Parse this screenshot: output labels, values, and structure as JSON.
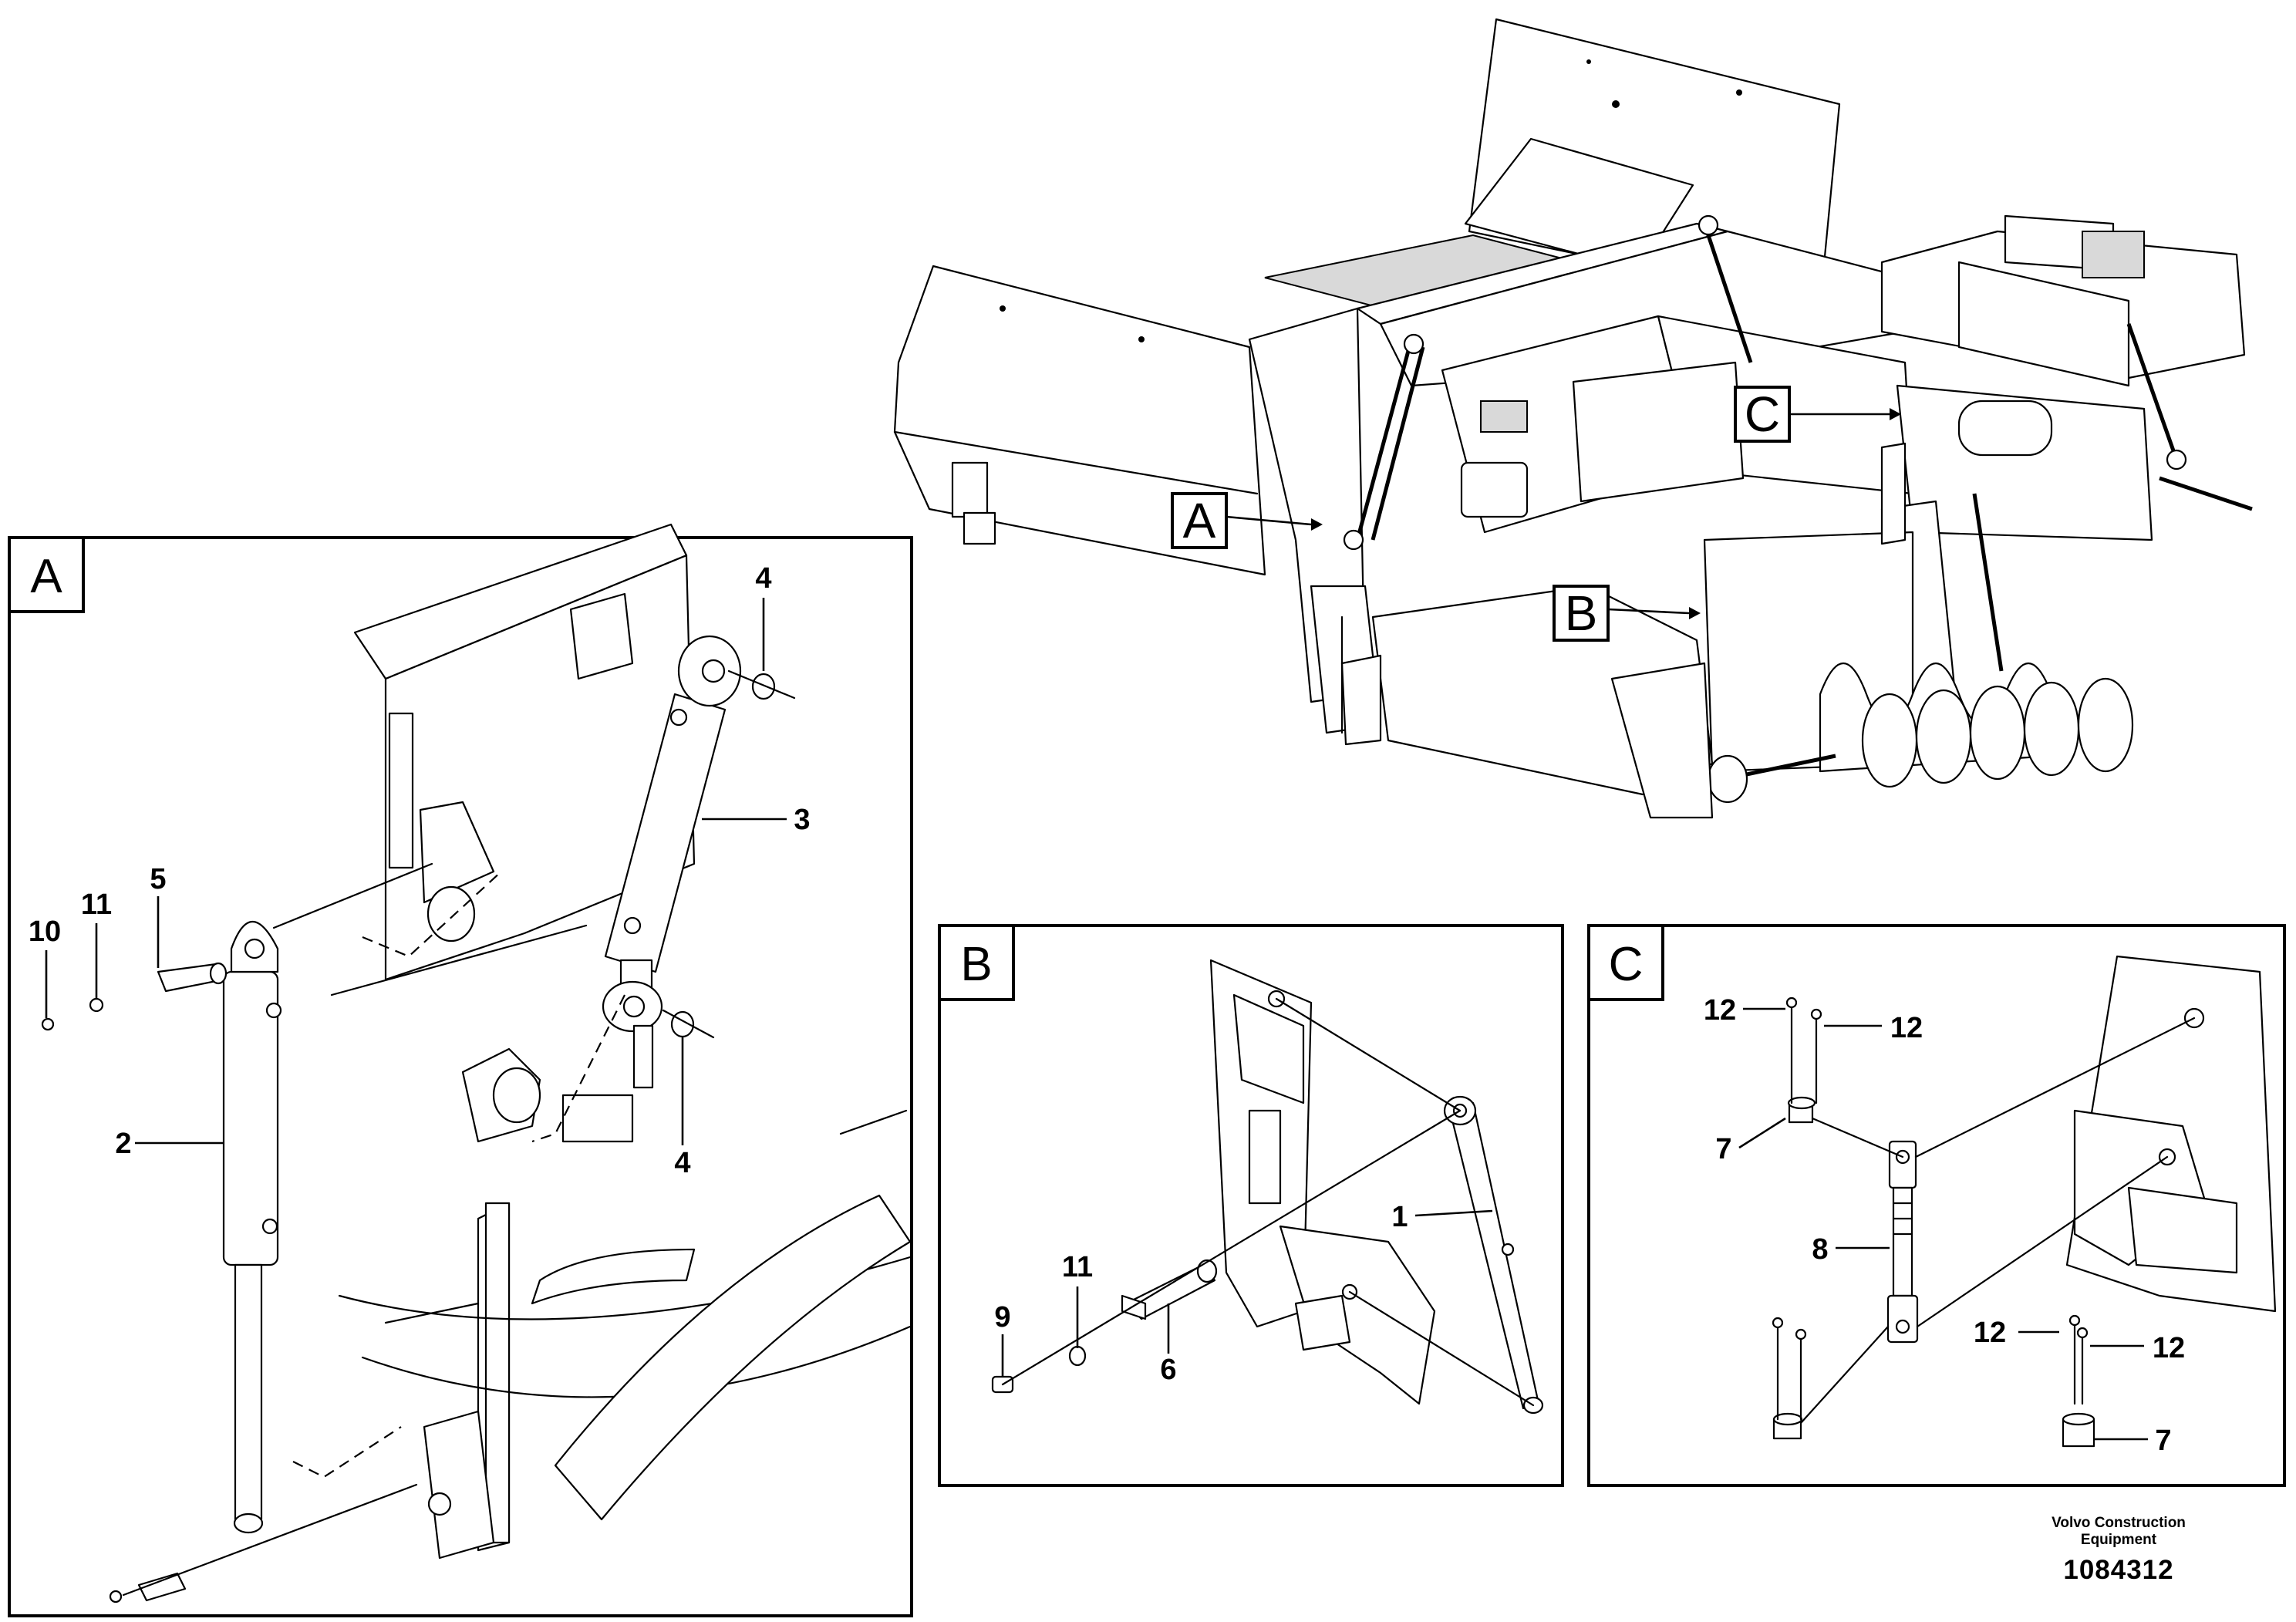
{
  "overview": {
    "callouts": [
      {
        "id": "overview-label-a",
        "letter": "A"
      },
      {
        "id": "overview-label-b",
        "letter": "B"
      },
      {
        "id": "overview-label-c",
        "letter": "C"
      }
    ]
  },
  "panels": {
    "a": {
      "letter": "A",
      "callouts": {
        "c2": "2",
        "c3": "3",
        "c4_top": "4",
        "c4_bottom": "4",
        "c5": "5",
        "c10": "10",
        "c11": "11"
      }
    },
    "b": {
      "letter": "B",
      "callouts": {
        "c1": "1",
        "c6": "6",
        "c9": "9",
        "c11": "11"
      }
    },
    "c": {
      "letter": "C",
      "callouts": {
        "c12_a": "12",
        "c12_b": "12",
        "c12_c": "12",
        "c12_d": "12",
        "c7_top": "7",
        "c7_bottom": "7",
        "c8": "8"
      }
    }
  },
  "footer": {
    "maker": "Volvo Construction Equipment",
    "drawing_number": "1084312"
  },
  "colors": {
    "line": "#000000",
    "background": "#ffffff",
    "shade": "#d9d9d9"
  }
}
